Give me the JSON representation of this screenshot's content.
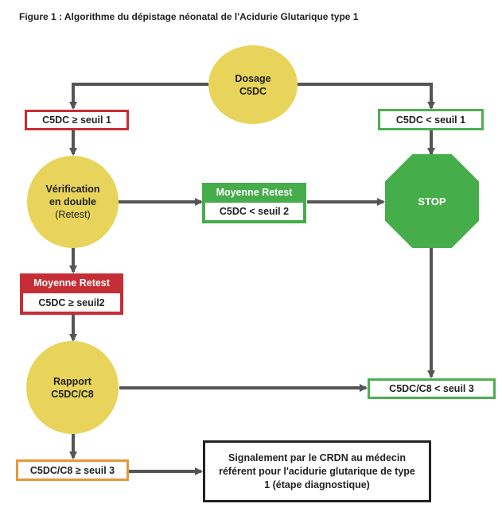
{
  "figure": {
    "title": "Figure 1 : Algorithme du dépistage néonatal de l'Acidurie Glutarique type 1"
  },
  "nodes": {
    "dosage": {
      "line1": "Dosage",
      "line2": "C5DC"
    },
    "c5dc_ge_seuil1": "C5DC ≥ seuil 1",
    "c5dc_lt_seuil1": "C5DC < seuil 1",
    "verification": {
      "line1": "Vérification",
      "line2": "en double",
      "line3": "(Retest)"
    },
    "retest_green": {
      "header": "Moyenne Retest",
      "body": "C5DC < seuil 2"
    },
    "stop": "STOP",
    "retest_red": {
      "header": "Moyenne Retest",
      "body": "C5DC ≥ seuil2"
    },
    "rapport": {
      "line1": "Rapport",
      "line2": "C5DC/C8"
    },
    "ratio_lt_seuil3": "C5DC/C8 < seuil 3",
    "ratio_ge_seuil3": "C5DC/C8 ≥ seuil 3",
    "signalement": "Signalement par le CRDN au médecin référent pour l'acidurie glutarique de type 1 (étape diagnostique)"
  },
  "colors": {
    "yellow": "#e8d45a",
    "green": "#46ad4b",
    "red": "#c62e35",
    "orange": "#e8963a",
    "arrow": "#555555",
    "black": "#222222"
  }
}
